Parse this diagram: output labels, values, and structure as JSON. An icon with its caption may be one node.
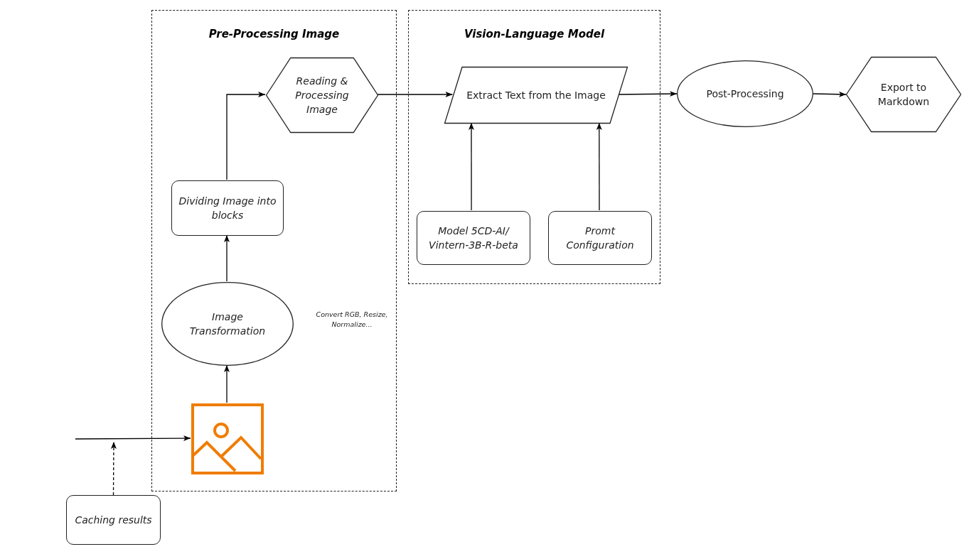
{
  "diagram": {
    "nodes": [
      {
        "text": [
          "Pre-Processing Image"
        ]
      },
      {
        "text": [
          "Reading & Processing Image"
        ],
        "in": 0
      },
      {
        "text": [
          "Dividing Image into blocks"
        ],
        "in": 0
      },
      {
        "text": [
          "Image Transformation"
        ],
        "in": 0
      },
      {
        "text": [],
        "shape": "picture",
        "in": 0
      },
      {
        "text": [
          "Vision-Language Model"
        ]
      },
      {
        "text": [
          "Extract Text from the Image"
        ],
        "in": 5
      },
      {
        "text": [
          "Model 5CD-AI/ Vintern-3B-R-beta"
        ],
        "in": 5
      },
      {
        "text": [
          "Promt Configuration"
        ],
        "in": 5
      },
      {
        "text": [
          "Post-Processing"
        ]
      },
      {
        "text": [
          "Export to Markdown"
        ]
      },
      {
        "text": [
          "Caching results"
        ]
      }
    ],
    "edges": [
      {
        "from": null,
        "to": 4,
        "arrow": "to"
      },
      {
        "from": 11,
        "to": null,
        "arrow": "to",
        "style": "dashed"
      },
      {
        "from": 4,
        "to": 3,
        "arrow": "to"
      },
      {
        "from": 3,
        "to": 2,
        "arrow": "to"
      },
      {
        "from": 2,
        "to": 1,
        "arrow": "to"
      },
      {
        "from": 1,
        "to": 6,
        "arrow": "to"
      },
      {
        "from": 7,
        "to": 6,
        "arrow": "to"
      },
      {
        "from": 8,
        "to": 6,
        "arrow": "to"
      },
      {
        "from": 6,
        "to": 9,
        "arrow": "to"
      },
      {
        "from": 9,
        "to": 10,
        "arrow": "to"
      }
    ],
    "labels": [
      "Convert RGB, Resize, Normalize..."
    ]
  }
}
